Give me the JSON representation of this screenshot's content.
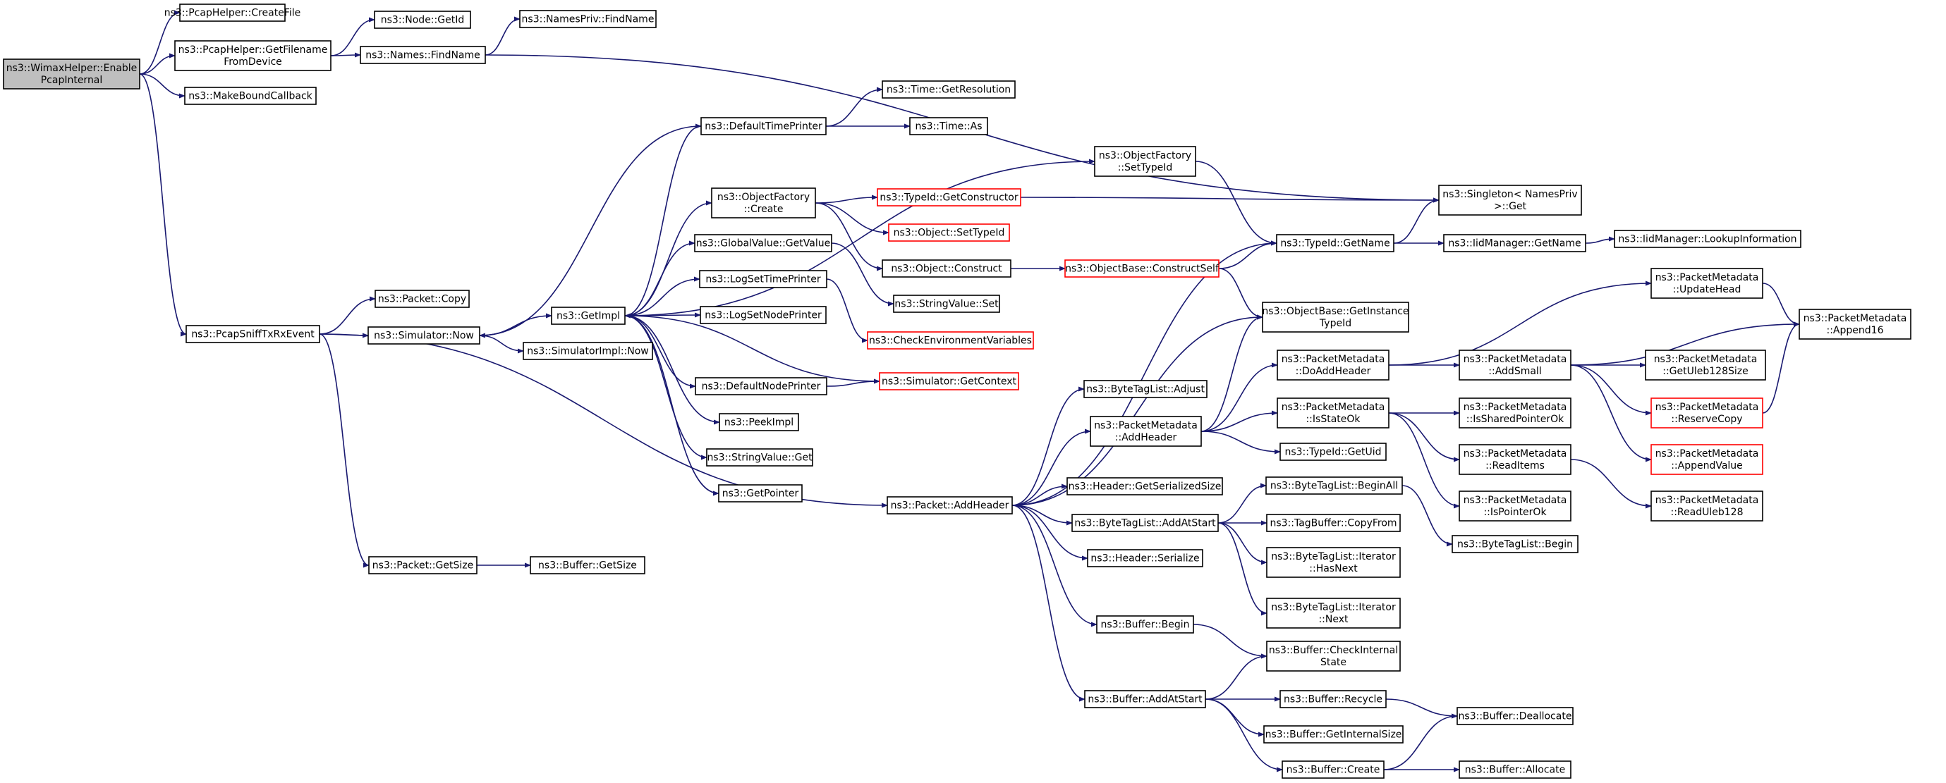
{
  "diagram": {
    "nodes": [
      {
        "id": "n0",
        "lines": [
          "ns3::WimaxHelper::Enable",
          "PcapInternal"
        ]
      },
      {
        "id": "n1",
        "lines": [
          "ns3::PcapHelper::CreateFile"
        ]
      },
      {
        "id": "n2",
        "lines": [
          "ns3::PcapHelper::GetFilename",
          "FromDevice"
        ]
      },
      {
        "id": "n3",
        "lines": [
          "ns3::MakeBoundCallback"
        ]
      },
      {
        "id": "n4",
        "lines": [
          "ns3::PcapSniffTxRxEvent"
        ]
      },
      {
        "id": "n5",
        "lines": [
          "ns3::Node::GetId"
        ]
      },
      {
        "id": "n6",
        "lines": [
          "ns3::Names::FindName"
        ]
      },
      {
        "id": "n7",
        "lines": [
          "ns3::NamesPriv::FindName"
        ]
      },
      {
        "id": "n8",
        "lines": [
          "ns3::Singleton< NamesPriv",
          ">::Get"
        ]
      },
      {
        "id": "n9",
        "lines": [
          "ns3::Packet::Copy"
        ]
      },
      {
        "id": "n10",
        "lines": [
          "ns3::Simulator::Now"
        ]
      },
      {
        "id": "n11",
        "lines": [
          "ns3::Packet::GetSize"
        ]
      },
      {
        "id": "n12",
        "lines": [
          "ns3::Buffer::GetSize"
        ]
      },
      {
        "id": "n13",
        "lines": [
          "ns3::GetImpl"
        ]
      },
      {
        "id": "n14",
        "lines": [
          "ns3::SimulatorImpl::Now"
        ]
      },
      {
        "id": "n15",
        "lines": [
          "ns3::DefaultTimePrinter"
        ]
      },
      {
        "id": "n16",
        "lines": [
          "ns3::ObjectFactory",
          "::Create"
        ]
      },
      {
        "id": "n17",
        "lines": [
          "ns3::GlobalValue::GetValue"
        ]
      },
      {
        "id": "n18",
        "lines": [
          "ns3::LogSetTimePrinter"
        ]
      },
      {
        "id": "n19",
        "lines": [
          "ns3::LogSetNodePrinter"
        ]
      },
      {
        "id": "n20",
        "lines": [
          "ns3::DefaultNodePrinter"
        ]
      },
      {
        "id": "n21",
        "lines": [
          "ns3::PeekImpl"
        ]
      },
      {
        "id": "n22",
        "lines": [
          "ns3::StringValue::Get"
        ]
      },
      {
        "id": "n23",
        "lines": [
          "ns3::GetPointer"
        ]
      },
      {
        "id": "n24",
        "lines": [
          "ns3::Time::GetResolution"
        ]
      },
      {
        "id": "n25",
        "lines": [
          "ns3::Time::As"
        ]
      },
      {
        "id": "n26",
        "lines": [
          "ns3::ObjectFactory",
          "::SetTypeId"
        ]
      },
      {
        "id": "n27",
        "lines": [
          "ns3::TypeId::GetConstructor"
        ],
        "red": true
      },
      {
        "id": "n28",
        "lines": [
          "ns3::Object::SetTypeId"
        ],
        "red": true
      },
      {
        "id": "n29",
        "lines": [
          "ns3::Object::Construct"
        ]
      },
      {
        "id": "n30",
        "lines": [
          "ns3::StringValue::Set"
        ]
      },
      {
        "id": "n31",
        "lines": [
          "ns3::CheckEnvironmentVariables"
        ],
        "red": true
      },
      {
        "id": "n32",
        "lines": [
          "ns3::Simulator::GetContext"
        ],
        "red": true
      },
      {
        "id": "n33",
        "lines": [
          "ns3::ObjectBase::ConstructSelf"
        ],
        "red": true
      },
      {
        "id": "n34",
        "lines": [
          "ns3::TypeId::GetName"
        ]
      },
      {
        "id": "n35",
        "lines": [
          "ns3::ObjectBase::GetInstance",
          "TypeId"
        ]
      },
      {
        "id": "n36",
        "lines": [
          "ns3::IidManager::GetName"
        ]
      },
      {
        "id": "n37",
        "lines": [
          "ns3::IidManager::LookupInformation"
        ]
      },
      {
        "id": "n38",
        "lines": [
          "ns3::Packet::AddHeader"
        ]
      },
      {
        "id": "n39",
        "lines": [
          "ns3::ByteTagList::Adjust"
        ]
      },
      {
        "id": "n40",
        "lines": [
          "ns3::PacketMetadata",
          "::AddHeader"
        ]
      },
      {
        "id": "n41",
        "lines": [
          "ns3::Header::GetSerializedSize"
        ]
      },
      {
        "id": "n42",
        "lines": [
          "ns3::ByteTagList::AddAtStart"
        ]
      },
      {
        "id": "n43",
        "lines": [
          "ns3::Header::Serialize"
        ]
      },
      {
        "id": "n44",
        "lines": [
          "ns3::Buffer::Begin"
        ]
      },
      {
        "id": "n45",
        "lines": [
          "ns3::Buffer::AddAtStart"
        ]
      },
      {
        "id": "n46",
        "lines": [
          "ns3::PacketMetadata",
          "::DoAddHeader"
        ]
      },
      {
        "id": "n47",
        "lines": [
          "ns3::PacketMetadata",
          "::IsStateOk"
        ]
      },
      {
        "id": "n48",
        "lines": [
          "ns3::TypeId::GetUid"
        ]
      },
      {
        "id": "n49",
        "lines": [
          "ns3::ByteTagList::BeginAll"
        ]
      },
      {
        "id": "n50",
        "lines": [
          "ns3::TagBuffer::CopyFrom"
        ]
      },
      {
        "id": "n51",
        "lines": [
          "ns3::ByteTagList::Iterator",
          "::HasNext"
        ]
      },
      {
        "id": "n52",
        "lines": [
          "ns3::ByteTagList::Iterator",
          "::Next"
        ]
      },
      {
        "id": "n53",
        "lines": [
          "ns3::Buffer::CheckInternal",
          "State"
        ]
      },
      {
        "id": "n54",
        "lines": [
          "ns3::Buffer::Recycle"
        ]
      },
      {
        "id": "n55",
        "lines": [
          "ns3::Buffer::GetInternalSize"
        ]
      },
      {
        "id": "n56",
        "lines": [
          "ns3::Buffer::Create"
        ]
      },
      {
        "id": "n57",
        "lines": [
          "ns3::PacketMetadata",
          "::UpdateHead"
        ]
      },
      {
        "id": "n58",
        "lines": [
          "ns3::PacketMetadata",
          "::AddSmall"
        ]
      },
      {
        "id": "n59",
        "lines": [
          "ns3::PacketMetadata",
          "::IsSharedPointerOk"
        ]
      },
      {
        "id": "n60",
        "lines": [
          "ns3::PacketMetadata",
          "::ReadItems"
        ]
      },
      {
        "id": "n61",
        "lines": [
          "ns3::PacketMetadata",
          "::IsPointerOk"
        ]
      },
      {
        "id": "n62",
        "lines": [
          "ns3::ByteTagList::Begin"
        ]
      },
      {
        "id": "n63",
        "lines": [
          "ns3::Buffer::Deallocate"
        ]
      },
      {
        "id": "n64",
        "lines": [
          "ns3::Buffer::Allocate"
        ]
      },
      {
        "id": "n65",
        "lines": [
          "ns3::PacketMetadata",
          "::Append16"
        ]
      },
      {
        "id": "n66",
        "lines": [
          "ns3::PacketMetadata",
          "::GetUleb128Size"
        ]
      },
      {
        "id": "n67",
        "lines": [
          "ns3::PacketMetadata",
          "::ReserveCopy"
        ],
        "red": true
      },
      {
        "id": "n68",
        "lines": [
          "ns3::PacketMetadata",
          "::AppendValue"
        ],
        "red": true
      },
      {
        "id": "n69",
        "lines": [
          "ns3::PacketMetadata",
          "::ReadUleb128"
        ]
      }
    ],
    "edges": [
      [
        "n0",
        "n1"
      ],
      [
        "n0",
        "n2"
      ],
      [
        "n0",
        "n3"
      ],
      [
        "n0",
        "n4"
      ],
      [
        "n2",
        "n5"
      ],
      [
        "n2",
        "n6"
      ],
      [
        "n6",
        "n7"
      ],
      [
        "n6",
        "n8"
      ],
      [
        "n4",
        "n9"
      ],
      [
        "n4",
        "n10"
      ],
      [
        "n4",
        "n11"
      ],
      [
        "n4",
        "n38"
      ],
      [
        "n10",
        "n13"
      ],
      [
        "n10",
        "n14"
      ],
      [
        "n11",
        "n12"
      ],
      [
        "n13",
        "n15"
      ],
      [
        "n13",
        "n16"
      ],
      [
        "n13",
        "n17"
      ],
      [
        "n13",
        "n18"
      ],
      [
        "n13",
        "n19"
      ],
      [
        "n13",
        "n20"
      ],
      [
        "n13",
        "n21"
      ],
      [
        "n13",
        "n22"
      ],
      [
        "n13",
        "n23"
      ],
      [
        "n13",
        "n26"
      ],
      [
        "n15",
        "n24"
      ],
      [
        "n15",
        "n25"
      ],
      [
        "n15",
        "n10"
      ],
      [
        "n16",
        "n27"
      ],
      [
        "n16",
        "n28"
      ],
      [
        "n16",
        "n29"
      ],
      [
        "n17",
        "n30"
      ],
      [
        "n18",
        "n31"
      ],
      [
        "n20",
        "n32"
      ],
      [
        "n32",
        "n13"
      ],
      [
        "n27",
        "n8"
      ],
      [
        "n26",
        "n34"
      ],
      [
        "n29",
        "n33"
      ],
      [
        "n33",
        "n34"
      ],
      [
        "n33",
        "n35"
      ],
      [
        "n34",
        "n8"
      ],
      [
        "n34",
        "n36"
      ],
      [
        "n36",
        "n37"
      ],
      [
        "n38",
        "n34"
      ],
      [
        "n38",
        "n35"
      ],
      [
        "n38",
        "n39"
      ],
      [
        "n38",
        "n40"
      ],
      [
        "n38",
        "n41"
      ],
      [
        "n38",
        "n42"
      ],
      [
        "n38",
        "n43"
      ],
      [
        "n38",
        "n44"
      ],
      [
        "n38",
        "n45"
      ],
      [
        "n40",
        "n46"
      ],
      [
        "n40",
        "n47"
      ],
      [
        "n40",
        "n48"
      ],
      [
        "n40",
        "n35"
      ],
      [
        "n46",
        "n57"
      ],
      [
        "n46",
        "n58"
      ],
      [
        "n47",
        "n59"
      ],
      [
        "n47",
        "n60"
      ],
      [
        "n47",
        "n61"
      ],
      [
        "n58",
        "n65"
      ],
      [
        "n58",
        "n66"
      ],
      [
        "n58",
        "n67"
      ],
      [
        "n58",
        "n68"
      ],
      [
        "n57",
        "n65"
      ],
      [
        "n67",
        "n65"
      ],
      [
        "n60",
        "n69"
      ],
      [
        "n42",
        "n49"
      ],
      [
        "n42",
        "n50"
      ],
      [
        "n42",
        "n51"
      ],
      [
        "n42",
        "n52"
      ],
      [
        "n49",
        "n62"
      ],
      [
        "n44",
        "n53"
      ],
      [
        "n45",
        "n53"
      ],
      [
        "n45",
        "n54"
      ],
      [
        "n45",
        "n55"
      ],
      [
        "n45",
        "n56"
      ],
      [
        "n54",
        "n63"
      ],
      [
        "n56",
        "n63"
      ],
      [
        "n56",
        "n64"
      ]
    ]
  }
}
